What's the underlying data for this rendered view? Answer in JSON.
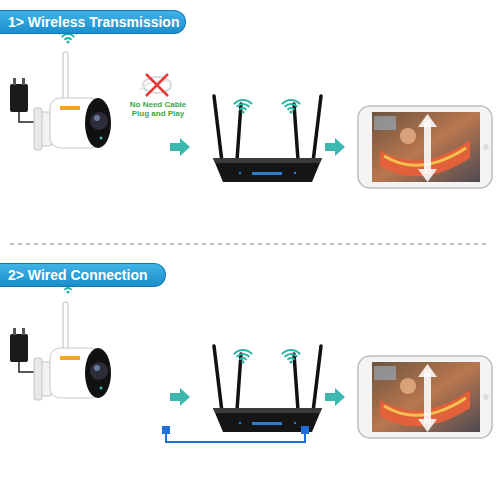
{
  "diagram": {
    "nodes": [
      {
        "text": [
          "1> Wireless Transmission"
        ]
      },
      {
        "text": [
          "2> Wired Connection"
        ]
      }
    ],
    "labels": [
      "No Need Cable Plug and Play"
    ]
  }
}
